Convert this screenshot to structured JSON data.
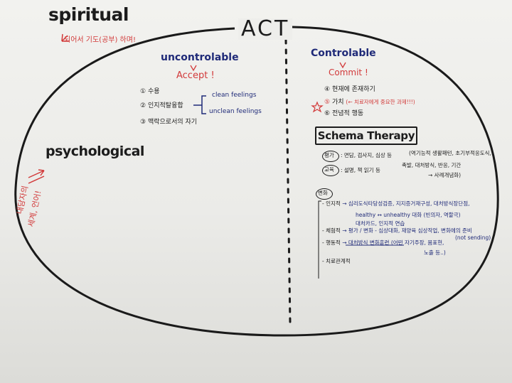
{
  "title": "ACT",
  "spiritual": {
    "label": "spiritual",
    "note": "되어서 기도(공부) 하며!"
  },
  "psychological": {
    "label": "psychological",
    "note_line1": "내담자의",
    "note_line2": "세계, 언어!"
  },
  "left": {
    "heading": "uncontrolable",
    "sub": "Accept !",
    "items": [
      {
        "num": "①",
        "text": "수용"
      },
      {
        "num": "②",
        "text": "인지적탈융합"
      },
      {
        "num": "③",
        "text": "맥락으로서의 자기"
      }
    ],
    "feelings": [
      "clean feelings",
      "unclean feelings"
    ]
  },
  "right": {
    "heading": "Controlable",
    "sub": "Commit !",
    "items": [
      {
        "num": "④",
        "text": "현재에 존재하기"
      },
      {
        "num": "⑤",
        "text": "가치",
        "note": "(← 치료자에게 중요한 과제!!!)"
      },
      {
        "num": "⑥",
        "text": "전념적 행동"
      }
    ],
    "schema": {
      "title": "Schema Therapy",
      "rows": [
        {
          "label": "평가",
          "text": ": 면담, 검사지, 심상 등",
          "note": "(역기능적 생활패턴, 초기부적응도식,",
          "note2": "촉발, 대처방식, 반응, 기간",
          "note3": "→ 사례개념화)"
        },
        {
          "label": "교육",
          "text": ": 설명, 책 읽기 등"
        }
      ],
      "change_label": "변화",
      "change": [
        {
          "label": "- 인지적",
          "text": "→ 심리도식타당성검증, 지지증거재구성, 대처방식장단점,"
        },
        {
          "label": "",
          "text": "healthy ↔ unhealthy 대화 (빈의자, 역할극)"
        },
        {
          "label": "",
          "text": "대처카드, 인지적 연습"
        },
        {
          "label": "- 체험적",
          "text": "→ 평가 / 변화 - 심상대화, 재양육 심상작업, 변화에의 준비"
        },
        {
          "label": "",
          "text": "(not sending)"
        },
        {
          "label": "- 행동적",
          "text": "→ 대처방식 변화훈련",
          "note": "(어떤 자기주장, 몸표현,"
        },
        {
          "label": "",
          "text": "노출 등..)"
        },
        {
          "label": "- 치료관계적",
          "text": ""
        }
      ]
    }
  }
}
